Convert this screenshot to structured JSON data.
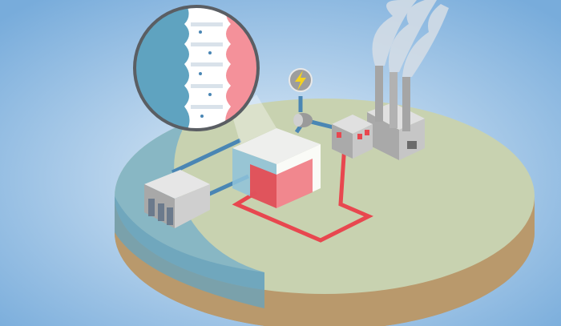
{
  "colors": {
    "background_center": "#dbe9f5",
    "background_edge": "#7fb0dd",
    "ground_top": "#c8d2b0",
    "ground_side": "#b9996c",
    "water": "#7db3c8",
    "cold_pipe": "#4a86b4",
    "hot_pipe": "#e8474f",
    "membrane_cold": "#5fa3c0",
    "membrane_hot": "#f4919a",
    "building": "#c9c9c9",
    "smoke": "#d6dee6"
  },
  "icons": [
    "lightning-bolt-icon",
    "magnifier-circle",
    "factory",
    "chimney-smoke"
  ]
}
